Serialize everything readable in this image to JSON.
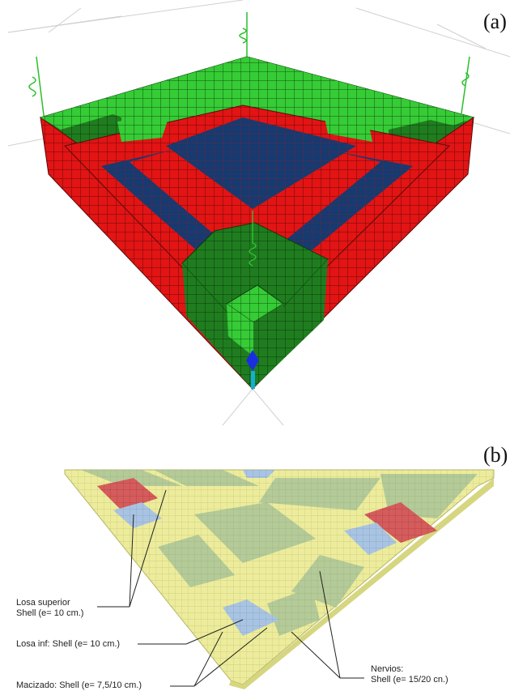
{
  "panels": {
    "a": {
      "label": "(a)"
    },
    "b": {
      "label": "(b)"
    }
  },
  "annotations": {
    "losa_superior_title": "Losa superior",
    "losa_superior_shell": "Shell (e= 10 cm.)",
    "losa_inf": "Losa inf: Shell (e= 10 cm.)",
    "macizado": "Macizado: Shell (e= 7,5/10 cm.)",
    "nervios_title": "Nervios:",
    "nervios_shell": "Shell (e= 15/20 cn.)"
  },
  "colors": {
    "green_light": "#33cc33",
    "green_dark": "#1f7a1f",
    "red": "#e01010",
    "navy": "#16336b",
    "mesh_line": "#5a1010",
    "b_yellow": "#ecec9a",
    "b_green": "#b3c996",
    "b_blue": "#a8c3e0",
    "b_red": "#d05a5a"
  }
}
